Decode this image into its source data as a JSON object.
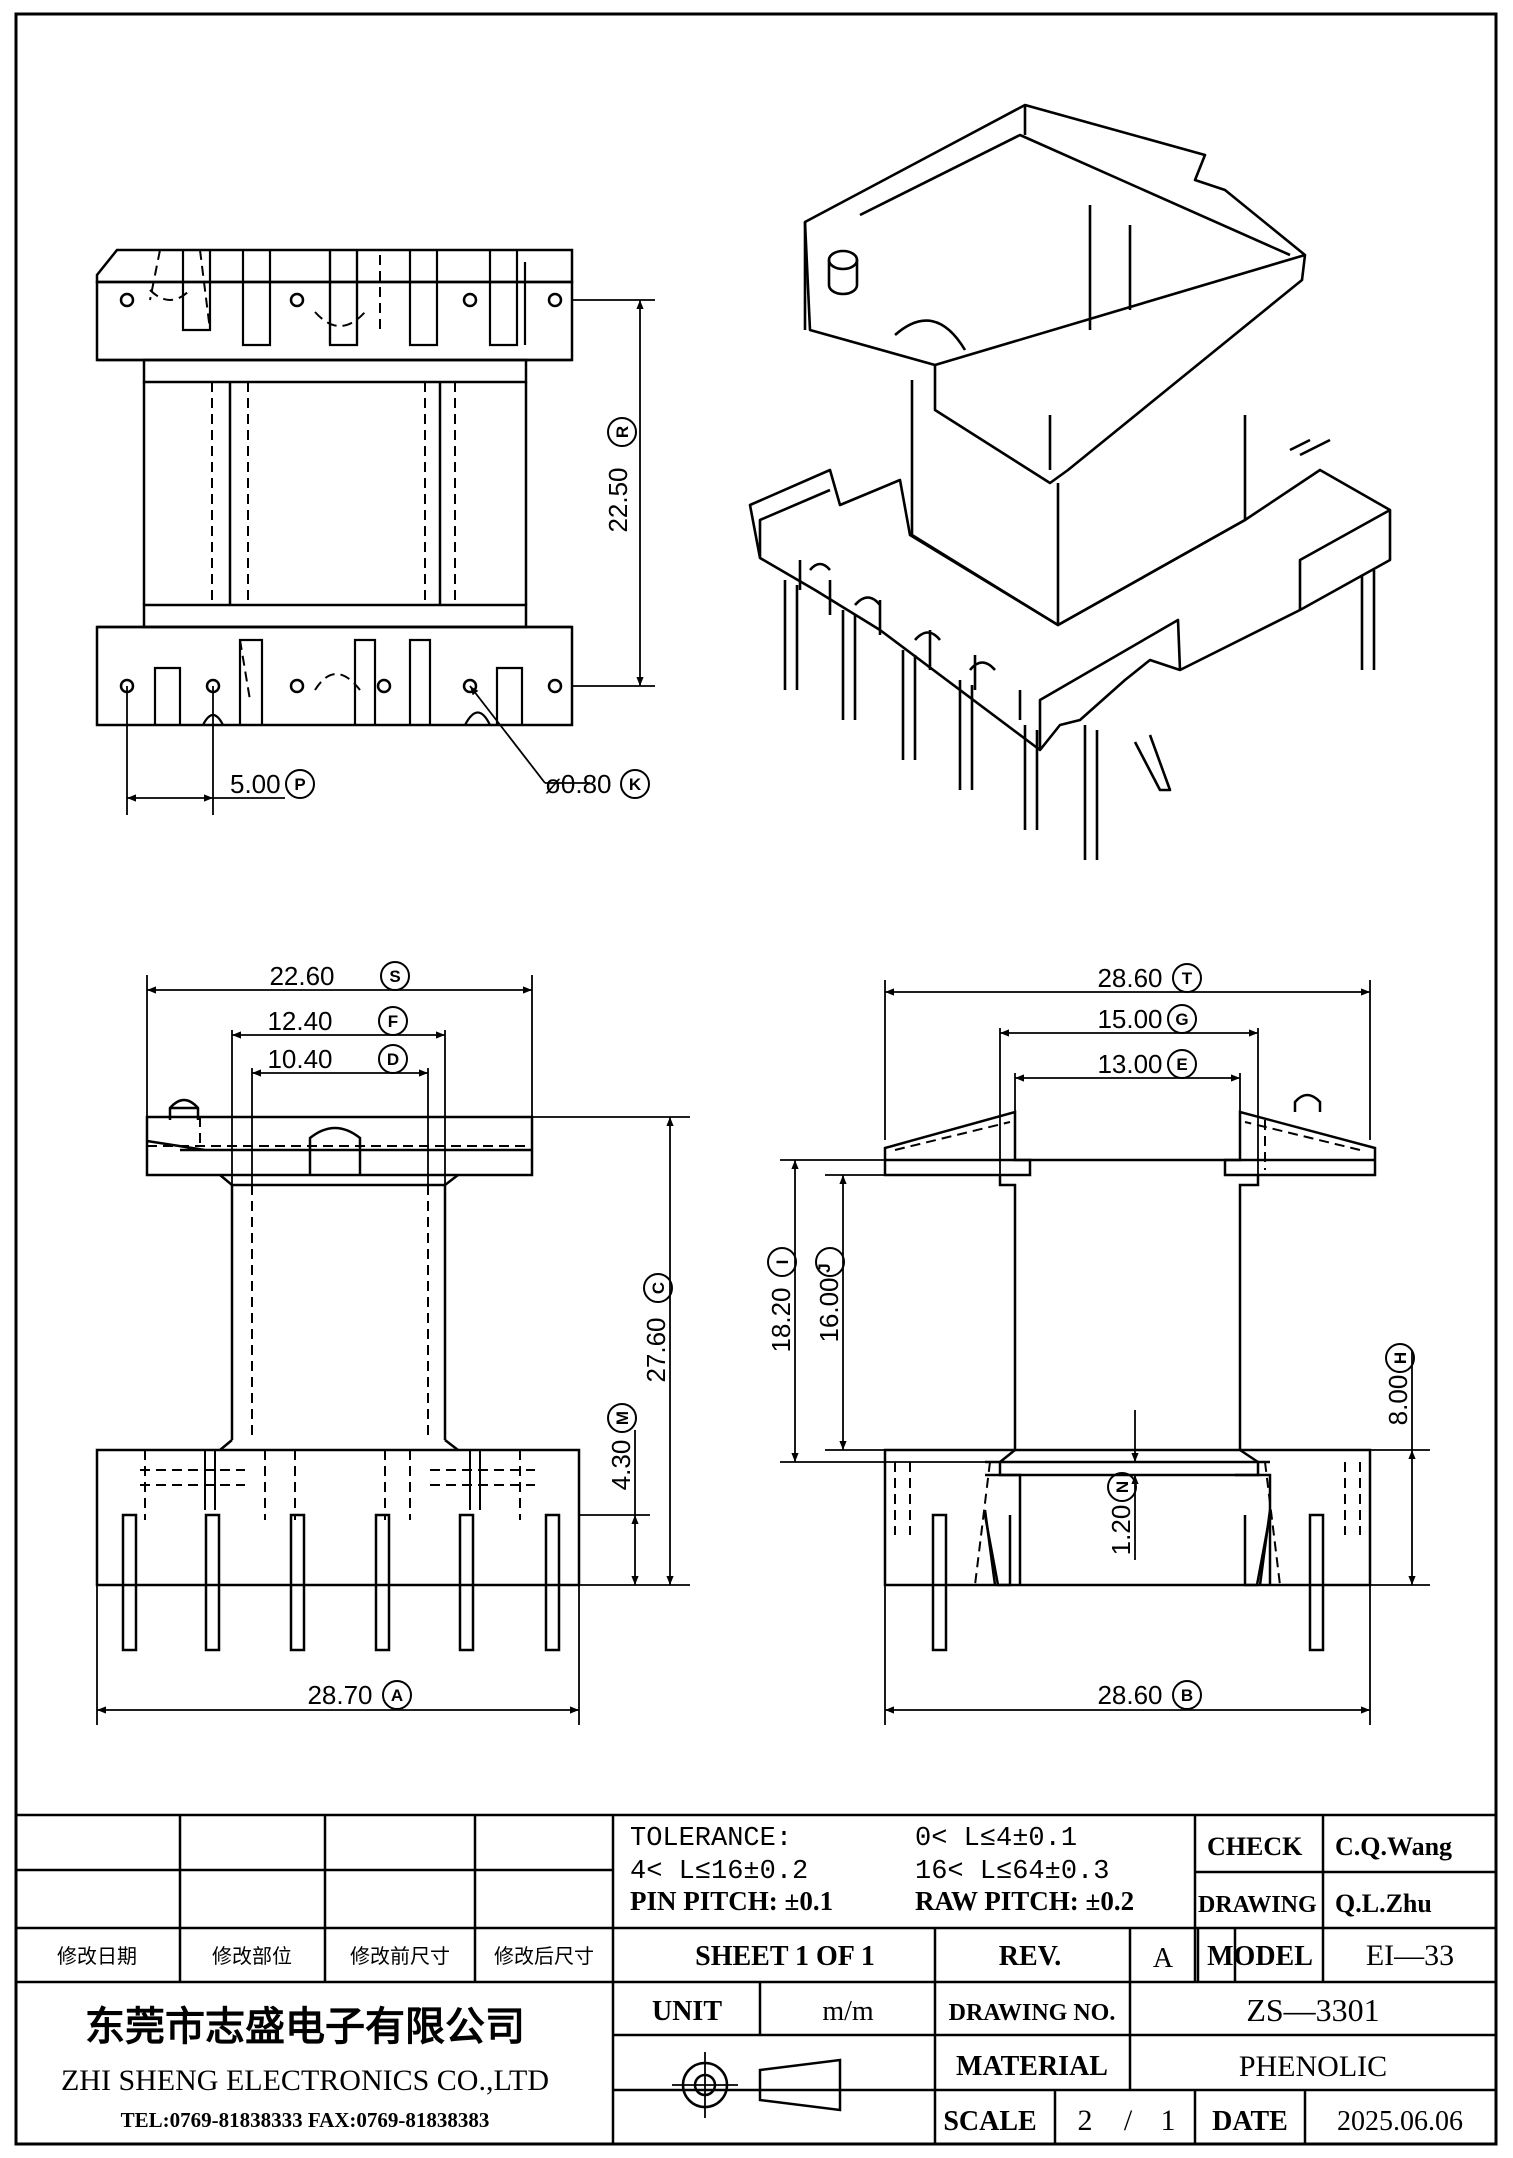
{
  "dims": {
    "pin_spacing": "5.00",
    "pin_spacing_ref": "P",
    "height_top": "22.50",
    "height_top_ref": "R",
    "hole_dia": "ø0.80",
    "hole_dia_ref": "K",
    "w_s": "22.60",
    "w_s_ref": "S",
    "w_f": "12.40",
    "w_f_ref": "F",
    "w_d": "10.40",
    "w_d_ref": "D",
    "h_c": "27.60",
    "h_c_ref": "C",
    "h_m": "4.30",
    "h_m_ref": "M",
    "w_a": "28.70",
    "w_a_ref": "A",
    "w_t": "28.60",
    "w_t_ref": "T",
    "w_g": "15.00",
    "w_g_ref": "G",
    "w_e": "13.00",
    "w_e_ref": "E",
    "h_i": "18.20",
    "h_i_ref": "I",
    "h_j": "16.00",
    "h_j_ref": "J",
    "h_h": "8.00",
    "h_h_ref": "H",
    "h_n": "1.20",
    "h_n_ref": "N",
    "w_b": "28.60",
    "w_b_ref": "B"
  },
  "title_block": {
    "tolerance_label": "TOLERANCE:",
    "tol_1": "0< L≤4±0.1",
    "tol_2": "4< L≤16±0.2",
    "tol_3": "16< L≤64±0.3",
    "pin_pitch": "PIN PITCH: ±0.1",
    "raw_pitch": "RAW PITCH: ±0.2",
    "check_label": "CHECK",
    "check_value": "C.Q.Wang",
    "drawing_label": "DRAWING",
    "drawing_value": "Q.L.Zhu",
    "rev_col1": "修改日期",
    "rev_col2": "修改部位",
    "rev_col3": "修改前尺寸",
    "rev_col4": "修改后尺寸",
    "sheet": "SHEET 1 OF 1",
    "rev_label": "REV.",
    "rev_value": "A",
    "model_label": "MODEL",
    "model_value": "EI—33",
    "company_cn": "东莞市志盛电子有限公司",
    "company_en": "ZHI SHENG  ELECTRONICS CO.,LTD",
    "contact": "TEL:0769-81838333 FAX:0769-81838383",
    "unit_label": "UNIT",
    "unit_value": "m/m",
    "drawing_no_label": "DRAWING NO.",
    "drawing_no_value": "ZS—3301",
    "material_label": "MATERIAL",
    "material_value": "PHENOLIC",
    "scale_label": "SCALE",
    "scale_a": "2",
    "scale_sep": "/",
    "scale_b": "1",
    "date_label": "DATE",
    "date_value": "2025.06.06"
  }
}
